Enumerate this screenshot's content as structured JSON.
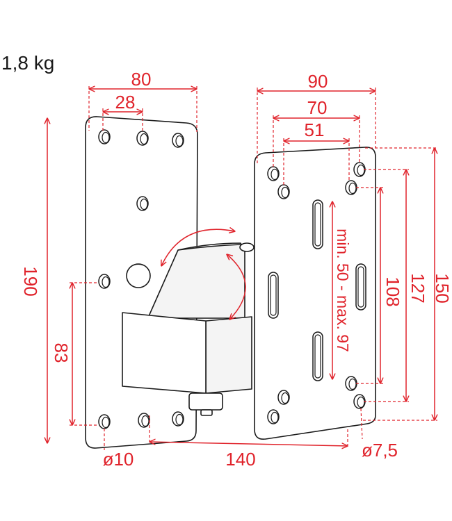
{
  "weight": "1,8 kg",
  "labels": {
    "d80": "80",
    "d28": "28",
    "d90": "90",
    "d70": "70",
    "d51": "51",
    "d190": "190",
    "d83": "83",
    "d108": "108",
    "d127": "127",
    "d150": "150",
    "slot_range": "min. 50 - max. 97",
    "d140": "140",
    "dia_left": "ø10",
    "dia_right": "ø7,5"
  },
  "colors": {
    "dimension": "#e0232b",
    "outline": "#1a1a1a"
  }
}
